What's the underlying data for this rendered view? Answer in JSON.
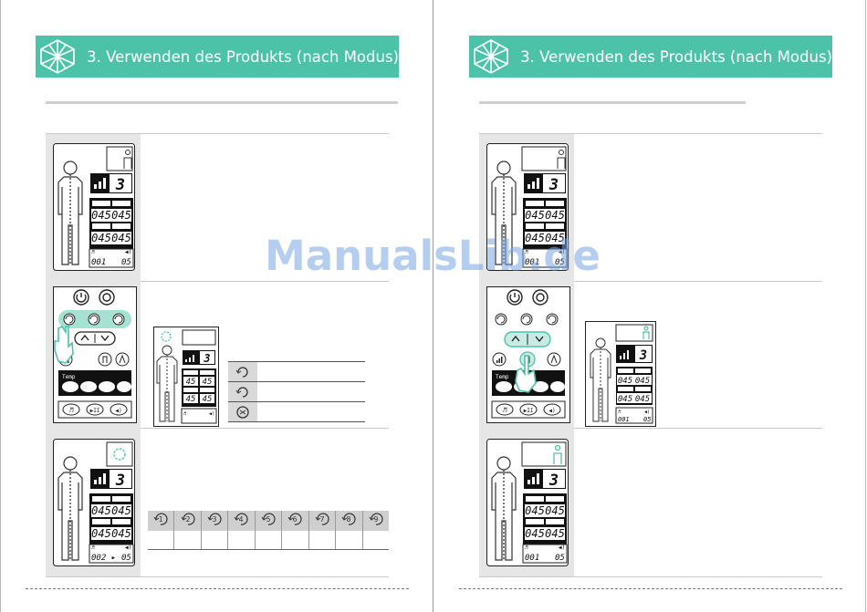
{
  "left_page": {
    "header_title": "3. Verwenden des Produkts (nach Modus)",
    "panel1": {
      "level": "3",
      "t1": "045",
      "t2": "045",
      "t3": "045",
      "t4": "045",
      "track": "001",
      "vol": "05"
    },
    "panel3": {
      "level": "3",
      "t1": "045",
      "t2": "045",
      "t3": "045",
      "t4": "045",
      "track": "002 ▸",
      "vol": "05"
    },
    "mini_display": {
      "level": "3",
      "t1": "45",
      "t2": "45",
      "t3": "45",
      "t4": "45"
    },
    "remote": {
      "temp_label": "Temp"
    },
    "legend_rows": [
      "cycle-arrow-icon",
      "cycle-arrow-icon",
      "cycle-numbered-icon"
    ],
    "course_numbers": [
      "1",
      "2",
      "3",
      "4",
      "5",
      "6",
      "7",
      "8",
      "9"
    ]
  },
  "right_page": {
    "header_title": "3. Verwenden des Produkts (nach Modus)",
    "panel1": {
      "level": "3",
      "t1": "045",
      "t2": "045",
      "t3": "045",
      "t4": "045",
      "track": "001",
      "vol": "05"
    },
    "panel3": {
      "level": "3",
      "t1": "045",
      "t2": "045",
      "t3": "045",
      "t4": "045",
      "track": "001",
      "vol": "05"
    },
    "mini_display": {
      "level": "3",
      "t1": "045",
      "t2": "045",
      "t3": "045",
      "t4": "045",
      "track": "001",
      "vol": "05"
    },
    "remote": {
      "temp_label": "Temp"
    }
  },
  "watermark": "ManualsLib.de",
  "colors": {
    "accent": "#4cc3a9",
    "panel_bg": "#e6e6e6",
    "dark": "#111111"
  }
}
